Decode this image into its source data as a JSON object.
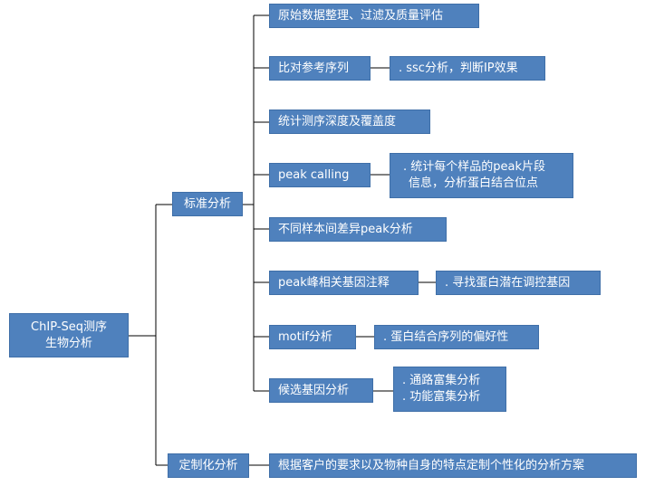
{
  "root": {
    "line1": "ChIP-Seq测序",
    "line2": "生物分析"
  },
  "standard": {
    "label": "标准分析"
  },
  "custom": {
    "label": "定制化分析",
    "note": "根据客户的要求以及物种自身的特点定制个性化的分析方案"
  },
  "steps": [
    {
      "label": "原始数据整理、过滤及质量评估"
    },
    {
      "label": "比对参考序列",
      "note": ". ssc分析，判断IP效果"
    },
    {
      "label": "统计测序深度及覆盖度"
    },
    {
      "label": "peak calling",
      "note1": ". 统计每个样品的peak片段",
      "note2": "信息，分析蛋白结合位点"
    },
    {
      "label": "不同样本间差异peak分析"
    },
    {
      "label": "peak峰相关基因注释",
      "note": ". 寻找蛋白潜在调控基因"
    },
    {
      "label": "motif分析",
      "note": ". 蛋白结合序列的偏好性"
    },
    {
      "label": "候选基因分析",
      "note1": ". 通路富集分析",
      "note2": ". 功能富集分析"
    }
  ],
  "colors": {
    "node_fill": "#4f81bd",
    "node_text": "#ffffff",
    "connector": "#000000"
  }
}
